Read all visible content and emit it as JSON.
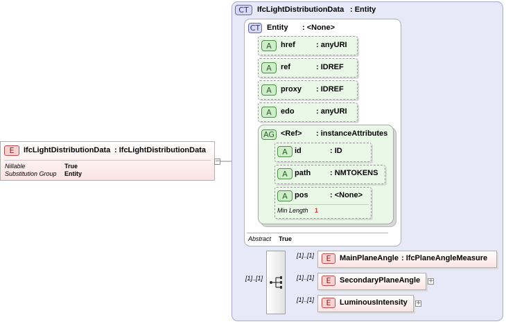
{
  "root_element": {
    "badge": "E",
    "name": "IfcLightDistributionData",
    "type": ": IfcLightDistributionData",
    "collapse_symbol": "−",
    "properties": [
      {
        "key": "Nillable",
        "value": "True"
      },
      {
        "key": "Substitution Group",
        "value": "Entity"
      }
    ]
  },
  "complex_type": {
    "badge": "CT",
    "name": "IfcLightDistributionData",
    "type": ": Entity",
    "base": {
      "badge": "CT",
      "name": "Entity",
      "type": ": <None>",
      "attributes": [
        {
          "badge": "A",
          "name": "href",
          "type": ": anyURI"
        },
        {
          "badge": "A",
          "name": "ref",
          "type": ": IDREF"
        },
        {
          "badge": "A",
          "name": "proxy",
          "type": ": IDREF"
        },
        {
          "badge": "A",
          "name": "edo",
          "type": ": anyURI"
        }
      ],
      "attribute_group": {
        "badge": "AG",
        "name": "<Ref>",
        "type": ": instanceAttributes",
        "attributes": [
          {
            "badge": "A",
            "name": "id",
            "type": ": ID"
          },
          {
            "badge": "A",
            "name": "path",
            "type": ": NMTOKENS"
          },
          {
            "badge": "A",
            "name": "pos",
            "type": ": <None>",
            "facet_key": "Min Length",
            "facet_value": "1"
          }
        ]
      },
      "abstract_key": "Abstract",
      "abstract_value": "True"
    },
    "sequence_multiplicity": "[1]..[1]",
    "children": [
      {
        "badge": "E",
        "name": "MainPlaneAngle",
        "type": ": IfcPlaneAngleMeasure",
        "multiplicity": "[1]..[1]"
      },
      {
        "badge": "E",
        "name": "SecondaryPlaneAngle",
        "type": "",
        "multiplicity": "[1]..[1]",
        "expand_symbol": "+"
      },
      {
        "badge": "E",
        "name": "LuminousIntensity",
        "type": "",
        "multiplicity": "[1]..[1]",
        "expand_symbol": "+"
      }
    ]
  },
  "colors": {
    "element_badge": "#f6d2d2",
    "attribute_bg": "#eaf8e8",
    "complex_type_bg": "#e8e9f8"
  }
}
